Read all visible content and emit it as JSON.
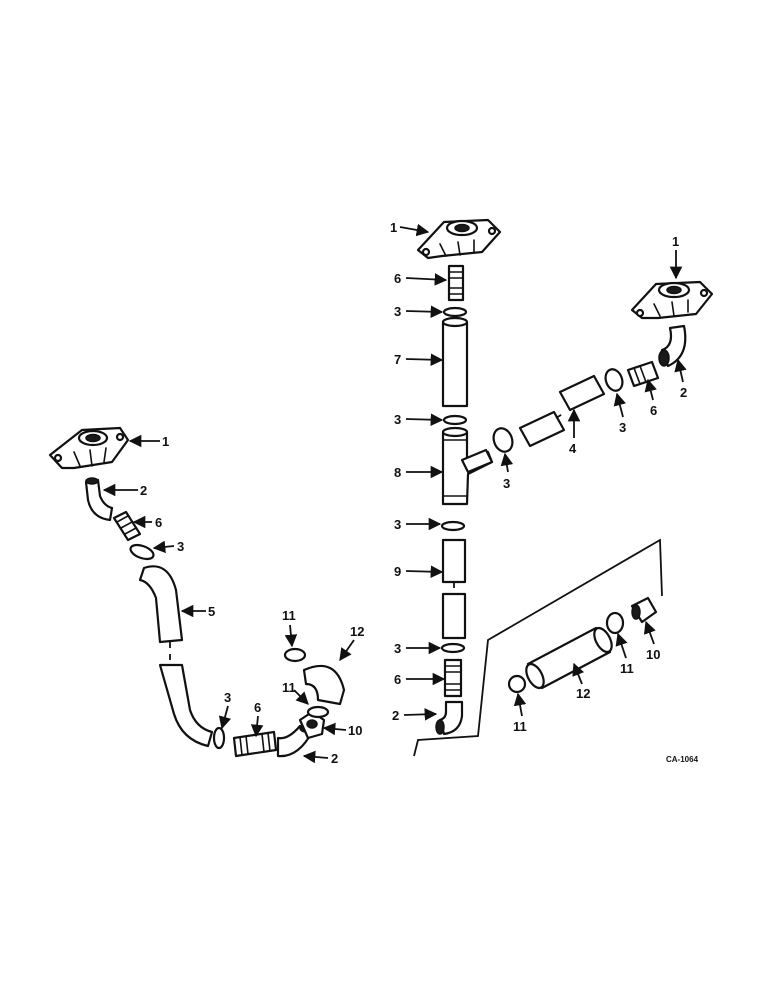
{
  "callouts": {
    "left_flange_1": "1",
    "left_elbow_2": "2",
    "left_nipple_6": "6",
    "left_clamp_3": "3",
    "left_hose_5": "5",
    "left_clamp_11a": "11",
    "left_hose_12": "12",
    "left_clamp_11b": "11",
    "left_fitting_10": "10",
    "left_clamp_3b": "3",
    "left_nipple_6b": "6",
    "left_elbow_2b": "2",
    "center_flange_1": "1",
    "center_nipple_6": "6",
    "center_clamp_3a": "3",
    "center_tube_7": "7",
    "center_clamp_3b": "3",
    "center_tee_8": "8",
    "center_clamp_3c": "3",
    "center_tube_9": "9",
    "center_clamp_3d": "3",
    "center_nipple_6b": "6",
    "center_elbow_2": "2",
    "branch_clamp_3": "3",
    "branch_tube_4": "4",
    "branch_clamp_3b": "3",
    "branch_nipple_6": "6",
    "right_elbow_2": "2",
    "right_flange_1": "1",
    "inset_clamp_11a": "11",
    "inset_hose_12": "12",
    "inset_clamp_11b": "11",
    "inset_fitting_10": "10"
  },
  "drawing_code": "CA-1064"
}
